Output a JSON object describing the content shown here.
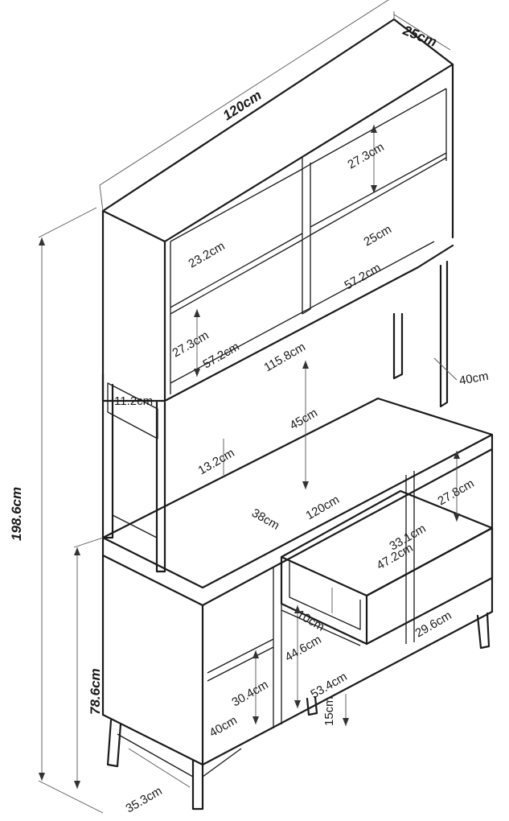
{
  "dimensions": {
    "top_depth": "25cm",
    "top_width": "120cm",
    "shelf_height_upper_right": "27.3cm",
    "shelf_depth_upper_left": "23.2cm",
    "shelf_depth_upper_right": "25cm",
    "shelf_width_upper_right": "57.2cm",
    "shelf_height_upper_left": "27.3cm",
    "shelf_width_upper_left": "57.2cm",
    "inner_width_hutch": "115.8cm",
    "side_depth": "40cm",
    "side_box_height": "11.2cm",
    "opening_height": "45cm",
    "gap_height": "13.2cm",
    "total_height": "198.6cm",
    "worktop_depth": "38cm",
    "worktop_width": "120cm",
    "right_compartment_height": "27.8cm",
    "drawer_depth": "33.1cm",
    "drawer_width": "47.2cm",
    "drawer_gap": "10cm",
    "base_height": "78.6cm",
    "middle_height": "44.6cm",
    "lower_right_depth": "29.6cm",
    "left_shelf_height": "30.4cm",
    "middle_width": "53.4cm",
    "leg_height": "15cm",
    "left_compartment_depth": "40cm",
    "left_bottom_depth": "35.3cm"
  }
}
